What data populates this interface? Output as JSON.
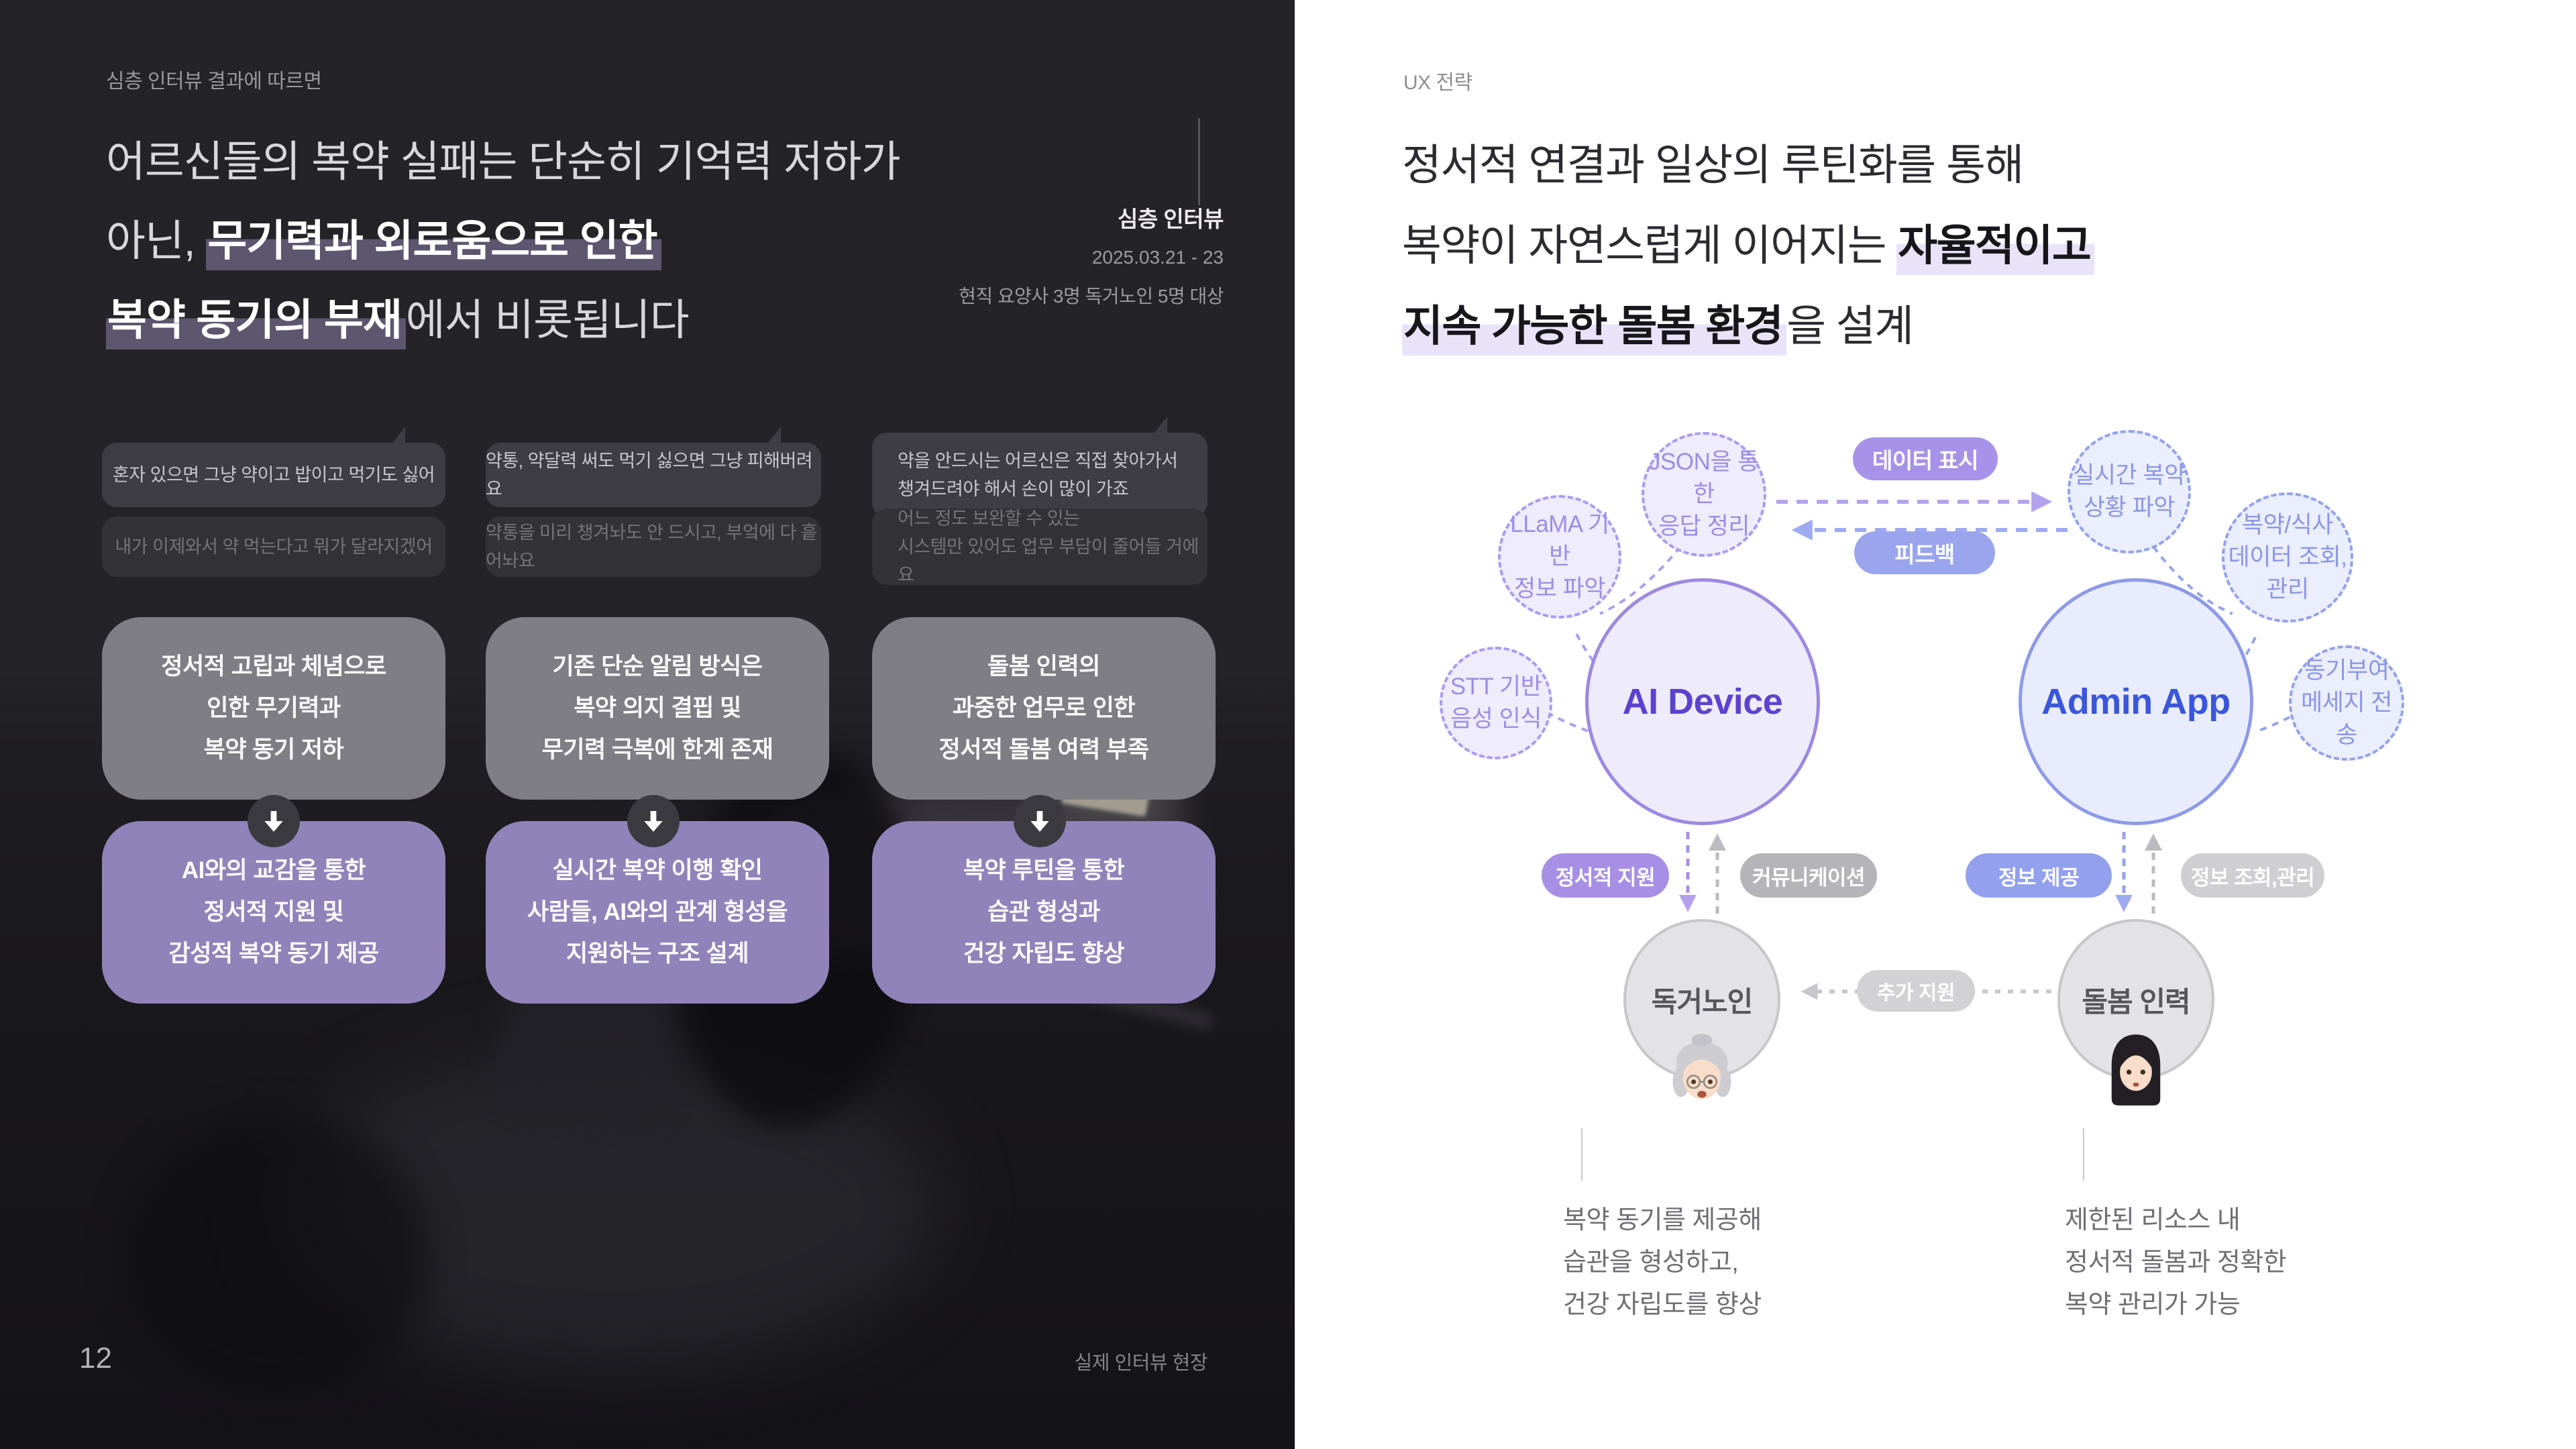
{
  "colors": {
    "accent_purple": "#a692e8",
    "accent_blue": "#93a1ee",
    "problem_gray": "#807e85",
    "solution_purple": "#9083b9",
    "highlight_dark": "#5c566e",
    "highlight_light": "#e9e3fa"
  },
  "left_page": {
    "eyebrow": "심층 인터뷰 결과에 따르면",
    "heading": {
      "line1": [
        {
          "t": "어르신들의 복약 실패는 단순히 기억력 저하가",
          "hl": false
        }
      ],
      "line2": [
        {
          "t": "아닌, ",
          "hl": false
        },
        {
          "t": "무기력과 외로움으로 인한",
          "hl": true
        }
      ],
      "line3": [
        {
          "t": "복약 동기의 부재",
          "hl": true
        },
        {
          "t": "에서 비롯됩니다",
          "hl": false
        }
      ]
    },
    "meta": {
      "title": "심층 인터뷰",
      "date": "2025.03.21 - 23",
      "subject": "현직 요양사 3명 독거노인 5명 대상"
    },
    "quotes_row1": [
      "혼자 있으면 그냥 약이고 밥이고 먹기도 싫어",
      "약통, 약달력 써도 먹기 싫으면 그냥 피해버려요",
      "약을 안드시는 어르신은 직접 찾아가서\n챙겨드려야 해서 손이 많이 가죠"
    ],
    "quotes_row2": [
      "내가 이제와서 약 먹는다고 뭐가 달라지겠어",
      "약통을 미리 챙겨놔도 안 드시고, 부엌에 다 흩어놔요",
      "어느 정도 보완할 수 있는\n시스템만 있어도 업무 부담이 줄어들 거에요"
    ],
    "problems": [
      "정서적 고립과 체념으로\n인한 무기력과\n복약 동기 저하",
      "기존 단순 알림 방식은\n복약 의지 결핍 및\n무기력 극복에 한계 존재",
      "돌봄 인력의\n과중한 업무로 인한\n정서적 돌봄 여력 부족"
    ],
    "solutions": [
      "AI와의 교감을 통한\n정서적 지원 및\n감성적 복약 동기 제공",
      "실시간 복약 이행 확인\n사람들, AI와의 관계 형성을\n지원하는 구조 설계",
      "복약 루틴을 통한\n습관 형성과\n건강 자립도 향상"
    ],
    "page_number": "12",
    "photo_caption": "실제 인터뷰 현장"
  },
  "right_page": {
    "eyebrow": "UX 전략",
    "heading": {
      "line1": [
        {
          "t": "정서적 연결과 일상의 루틴화를 통해",
          "hl": false
        }
      ],
      "line2": [
        {
          "t": "복약이 자연스럽게 이어지는 ",
          "hl": false
        },
        {
          "t": "자율적이고",
          "hl": true
        }
      ],
      "line3": [
        {
          "t": "지속 가능한 돌봄 환경",
          "hl": true
        },
        {
          "t": "을 설계",
          "hl": false
        }
      ]
    },
    "diagram": {
      "ai_device": {
        "label": "AI Device",
        "satellites": [
          "JSON을 통한\n응답 정리",
          "LLaMA 기반\n정보 파악",
          "STT 기반\n음성 인식"
        ]
      },
      "admin_app": {
        "label": "Admin App",
        "satellites": [
          "실시간 복약\n상황 파악",
          "복약/식사\n데이터 조회,관리",
          "동기부여\n메세지 전송"
        ]
      },
      "flow_pills": {
        "data_display": "데이터 표시",
        "feedback": "피드백",
        "emotional_support": "정서적 지원",
        "communication": "커뮤니케이션",
        "info_provide": "정보 제공",
        "info_lookup": "정보 조회,관리",
        "extra_support": "추가 지원"
      },
      "elder": {
        "label": "독거노인",
        "note": "복약 동기를 제공해\n습관을 형성하고,\n건강 자립도를 향상"
      },
      "caregiver": {
        "label": "돌봄 인력",
        "note": "제한된 리소스 내\n정서적 돌봄과 정확한\n복약 관리가 가능"
      }
    }
  }
}
